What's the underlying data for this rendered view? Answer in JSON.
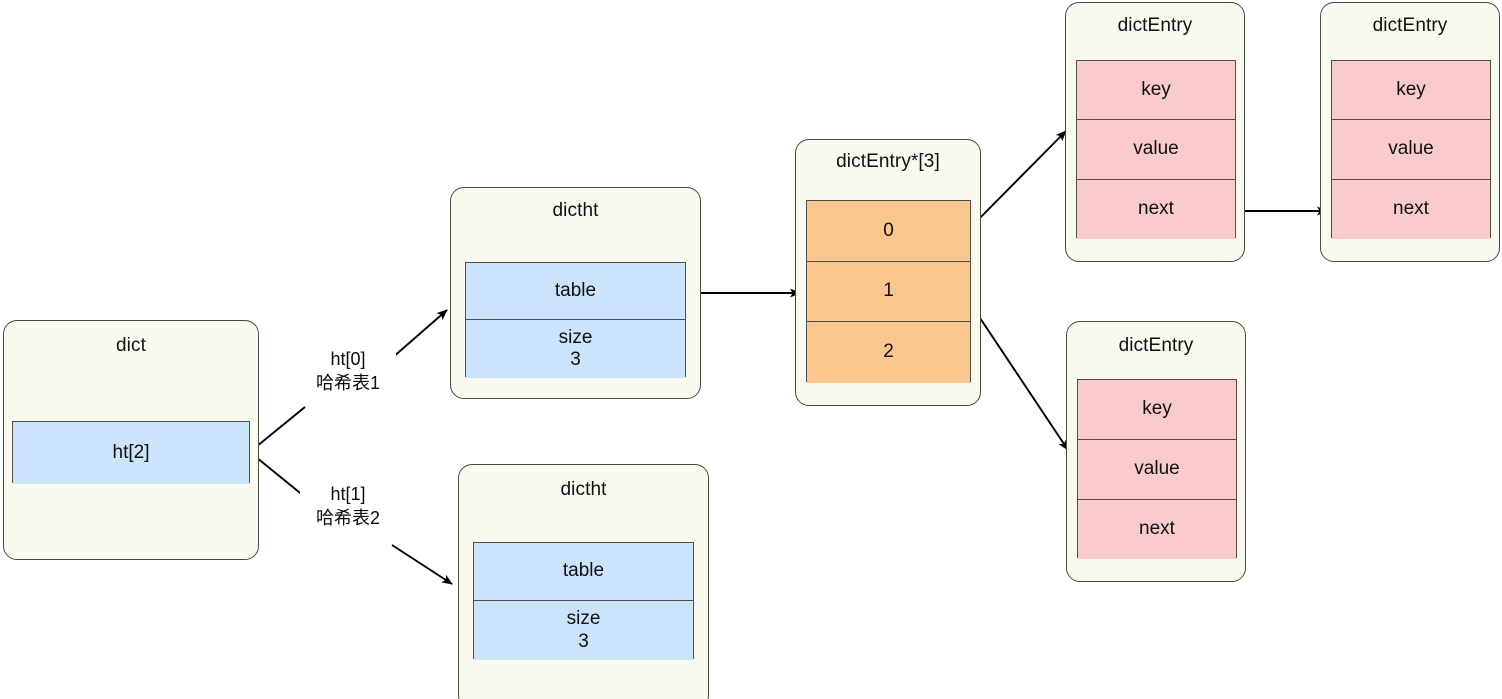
{
  "diagram": {
    "title": "Redis dict / dictht / dictEntry structure",
    "colors": {
      "node_fill": "#FAF9F0",
      "node_border": "#4a4a42",
      "blue_field": "#CBE4FB",
      "pink_field": "#F9CBCD",
      "orange_field": "#FBC78F",
      "edge_stroke": "#000000",
      "background": "#FFFFFF"
    }
  },
  "nodes": {
    "dict": {
      "title": "dict",
      "fields": [
        {
          "label": "ht[2]",
          "fill": "blue"
        }
      ]
    },
    "dictht_top": {
      "title": "dictht",
      "fields": [
        {
          "label": "table",
          "fill": "blue"
        },
        {
          "label": "size",
          "value": "3",
          "fill": "blue"
        }
      ]
    },
    "dictht_bottom": {
      "title": "dictht",
      "fields": [
        {
          "label": "table",
          "fill": "blue"
        },
        {
          "label": "size",
          "value": "3",
          "fill": "blue"
        }
      ]
    },
    "bucket_array": {
      "title": "dictEntry*[3]",
      "fields": [
        {
          "label": "0",
          "fill": "orange"
        },
        {
          "label": "1",
          "fill": "orange"
        },
        {
          "label": "2",
          "fill": "orange"
        }
      ]
    },
    "entry_top_1": {
      "title": "dictEntry",
      "fields": [
        {
          "label": "key",
          "fill": "pink"
        },
        {
          "label": "value",
          "fill": "pink"
        },
        {
          "label": "next",
          "fill": "pink"
        }
      ]
    },
    "entry_top_2": {
      "title": "dictEntry",
      "fields": [
        {
          "label": "key",
          "fill": "pink"
        },
        {
          "label": "value",
          "fill": "pink"
        },
        {
          "label": "next",
          "fill": "pink"
        }
      ]
    },
    "entry_bottom_1": {
      "title": "dictEntry",
      "fields": [
        {
          "label": "key",
          "fill": "pink"
        },
        {
          "label": "value",
          "fill": "pink"
        },
        {
          "label": "next",
          "fill": "pink"
        }
      ]
    }
  },
  "edges": [
    {
      "id": "dict-to-dictht-top",
      "from": "dict.ht[2]",
      "to": "dictht_top",
      "label_line1": "ht[0]",
      "label_line2": "哈希表1"
    },
    {
      "id": "dict-to-dictht-bottom",
      "from": "dict.ht[2]",
      "to": "dictht_bottom",
      "label_line1": "ht[1]",
      "label_line2": "哈希表2"
    },
    {
      "id": "table-to-bucket-array",
      "from": "dictht_top.table",
      "to": "bucket_array.1",
      "label_line1": "",
      "label_line2": ""
    },
    {
      "id": "bucket0-to-entry-top-1",
      "from": "bucket_array.0",
      "to": "entry_top_1",
      "label_line1": "",
      "label_line2": ""
    },
    {
      "id": "bucket1-to-entry-bottom-1",
      "from": "bucket_array.1",
      "to": "entry_bottom_1",
      "label_line1": "",
      "label_line2": ""
    },
    {
      "id": "entry-top-1-next-to-entry-top-2",
      "from": "entry_top_1.next",
      "to": "entry_top_2",
      "label_line1": "",
      "label_line2": ""
    }
  ]
}
